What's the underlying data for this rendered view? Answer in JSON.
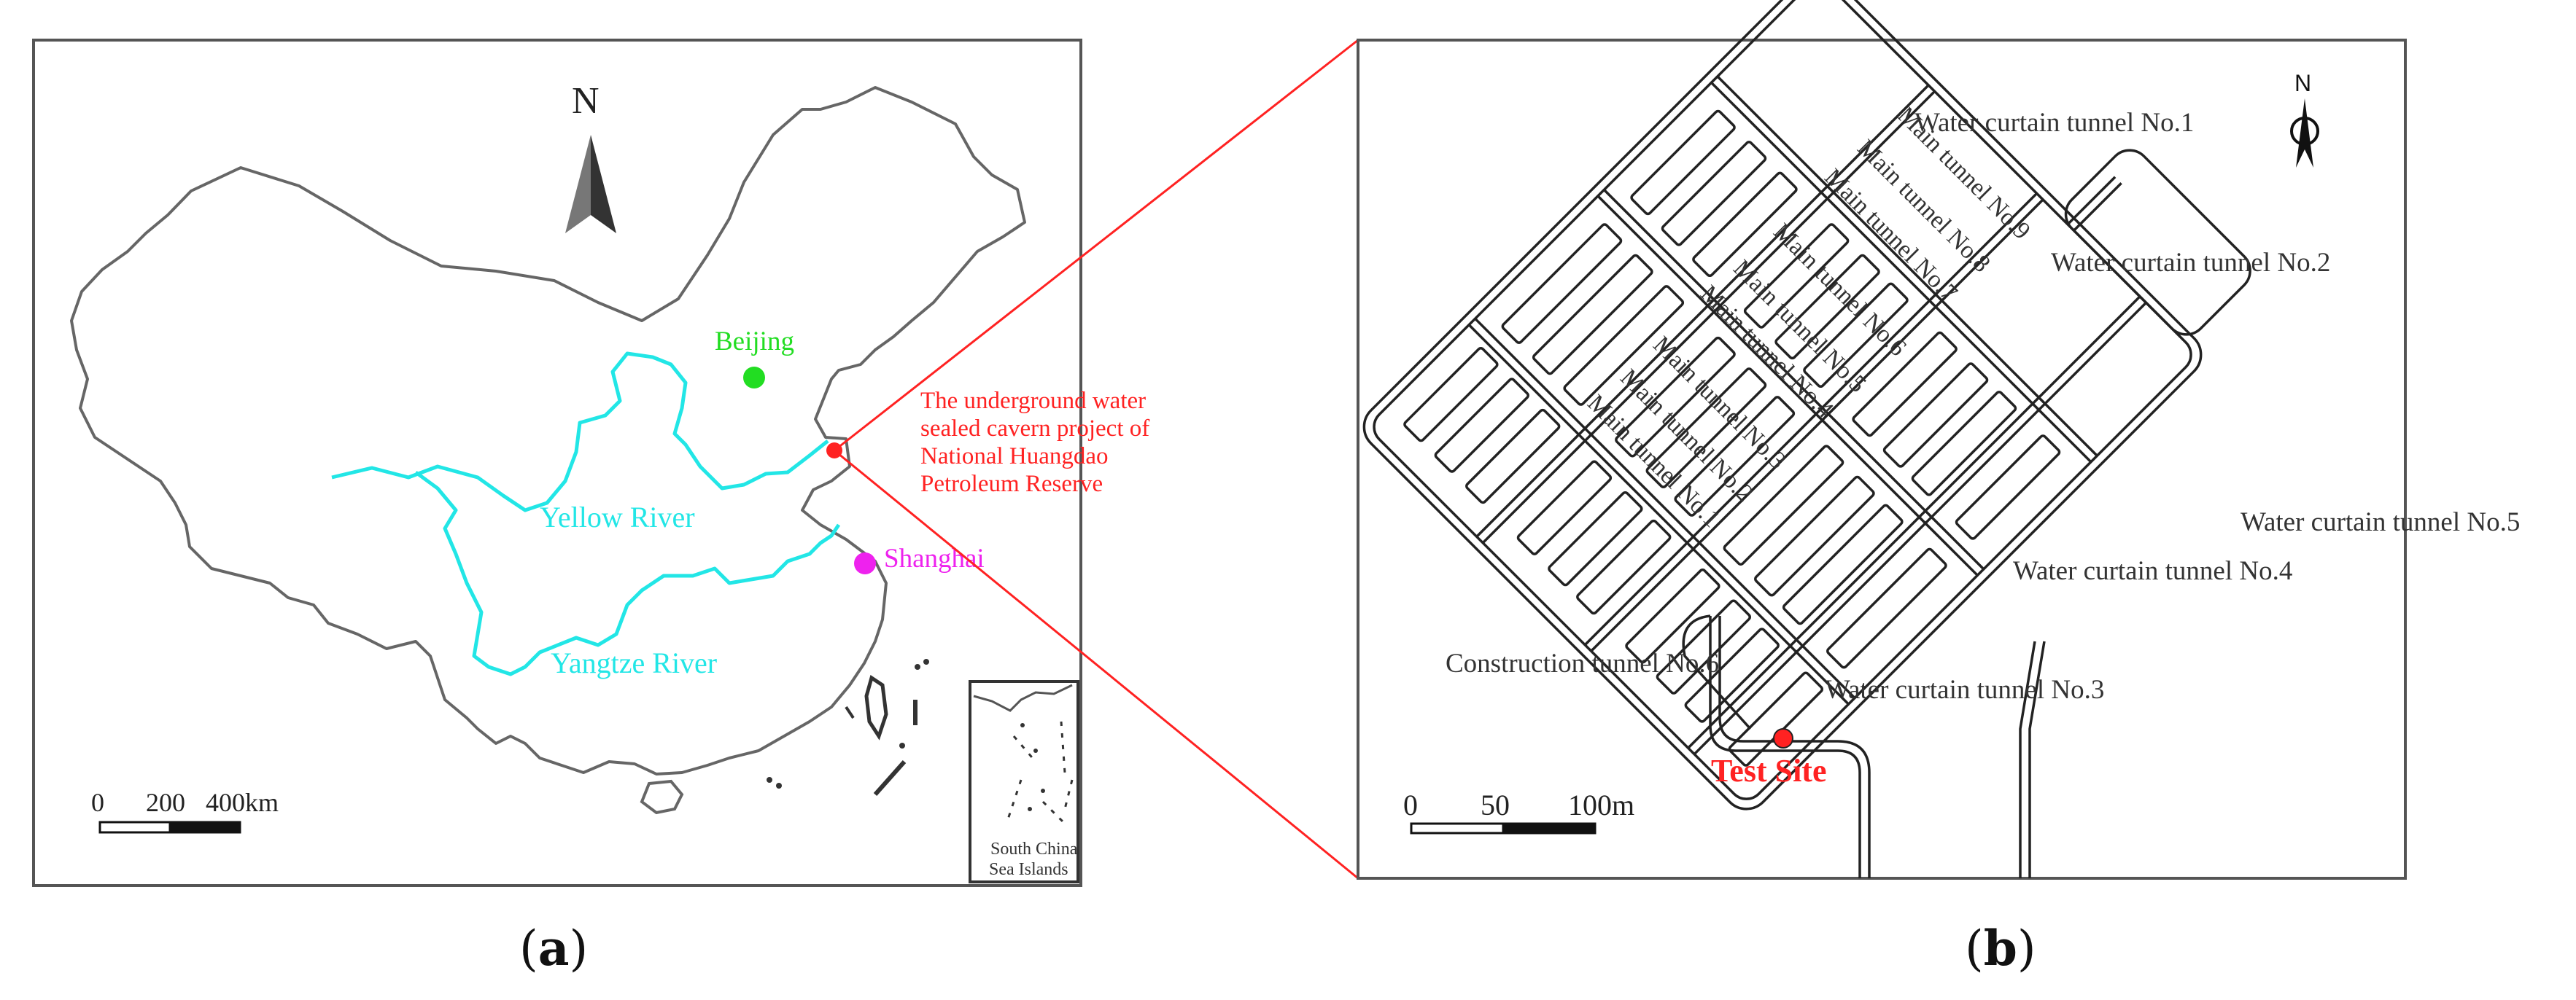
{
  "panel_a": {
    "north_label": "N",
    "cities": [
      {
        "name": "Beijing",
        "color": "#22dd22"
      },
      {
        "name": "Shanghai",
        "color": "#ee22ee"
      }
    ],
    "rivers": [
      {
        "name": "Yellow River",
        "color": "#22e6e6"
      },
      {
        "name": "Yangtze River",
        "color": "#22e6e6"
      }
    ],
    "project_label_lines": [
      "The underground water",
      "sealed cavern project of",
      "National Huangdao",
      "Petroleum Reserve"
    ],
    "project_color": "#ff2222",
    "scale_labels": [
      "0",
      "200",
      "400km"
    ],
    "inset_label_lines": [
      "South China",
      "Sea Islands"
    ],
    "caption": {
      "open": "(",
      "letter": "a",
      "close": ")"
    }
  },
  "panel_b": {
    "north_label": "N",
    "tunnels": [
      {
        "label": "Water curtain tunnel No.1"
      },
      {
        "label": "Water curtain tunnel No.2"
      },
      {
        "label": "Water curtain tunnel No.3"
      },
      {
        "label": "Water curtain tunnel No.4"
      },
      {
        "label": "Water curtain tunnel No.5"
      },
      {
        "label": "Construction tunnel No.6"
      }
    ],
    "main_tunnels": [
      "Main tunnel No.1",
      "Main tunnel No.2",
      "Main tunnel No.3",
      "Main tunnel No.4",
      "Main tunnel No.5",
      "Main tunnel No.6",
      "Main tunnel No.7",
      "Main tunnel No.8",
      "Main tunnel No.9"
    ],
    "test_site_label": "Test Site",
    "scale_labels": [
      "0",
      "50",
      "100m"
    ],
    "caption": {
      "open": "(",
      "letter": "b",
      "close": ")"
    }
  },
  "callout_color": "#ff2222"
}
